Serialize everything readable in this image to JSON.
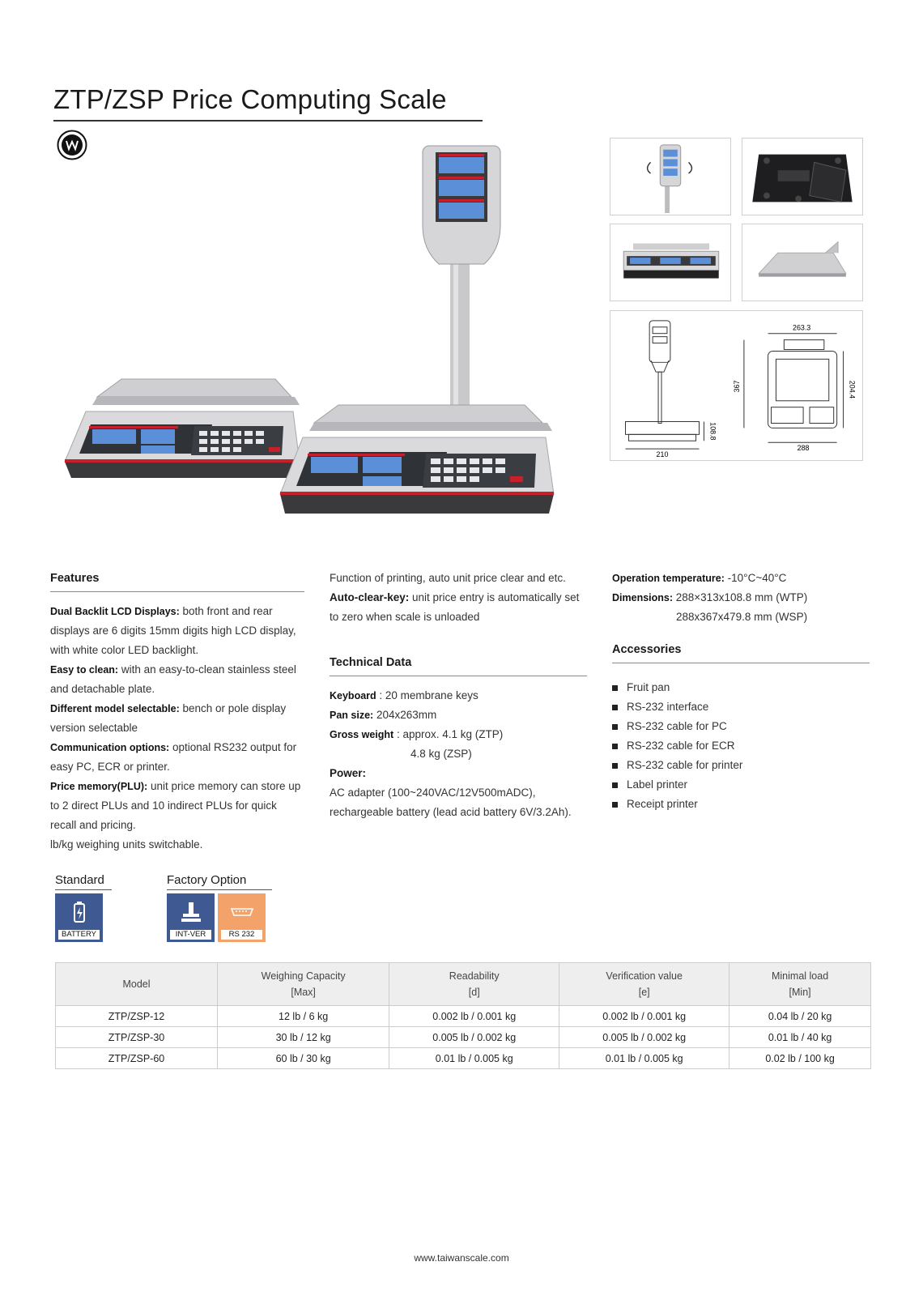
{
  "title": "ZTP/ZSP Price Computing Scale",
  "features": {
    "heading": "Features",
    "items": [
      {
        "label": "Dual Backlit LCD Displays:",
        "text": " both front and rear displays are 6 digits 15mm digits high LCD display, with white color LED backlight."
      },
      {
        "label": "Easy to clean:",
        "text": " with an easy-to-clean stainless steel and detachable plate."
      },
      {
        "label": "Different model selectable:",
        "text": " bench or pole display version selectable"
      },
      {
        "label": "Communication options:",
        "text": " optional RS232 output for easy PC, ECR or printer."
      },
      {
        "label": "Price memory(PLU):",
        "text": " unit price memory can store up to 2 direct PLUs and 10 indirect PLUs for quick recall and pricing."
      }
    ],
    "units_line": "lb/kg weighing units switchable."
  },
  "middle": {
    "printing_line": "Function of printing,  auto unit price clear and etc.",
    "autoclear_label": "Auto-clear-key:",
    "autoclear_text": " unit price entry is automatically set to zero when scale is unloaded",
    "tech_heading": "Technical Data",
    "keyboard_label": "Keyboard",
    "keyboard_value": " :  20 membrane keys",
    "pan_label": "Pan size:",
    "pan_value": " 204x263mm",
    "gross_label": "Gross weight",
    "gross_value1": " :  approx. 4.1 kg (ZTP)",
    "gross_value2": "4.8 kg (ZSP)",
    "power_label": "Power:",
    "power_text": "AC adapter (100~240VAC/12V500mADC), rechargeable battery (lead acid battery 6V/3.2Ah)."
  },
  "right": {
    "op_temp_label": "Operation temperature:",
    "op_temp_value": " -10°C~40°C",
    "dim_label": "Dimensions:",
    "dim_value1": "  288×313x108.8 mm (WTP)",
    "dim_value2": "288x367x479.8 mm (WSP)",
    "acc_heading": "Accessories",
    "accessories": [
      "Fruit pan",
      "RS-232 interface",
      "RS-232 cable for PC",
      "RS-232 cable for ECR",
      "RS-232 cable for printer",
      "Label printer",
      "Receipt printer"
    ]
  },
  "drawing": {
    "w_top": "263.3",
    "h_side": "367",
    "h_right": "204.4",
    "h_base": "108.8",
    "w_base": "210",
    "w_bottom": "288"
  },
  "options": {
    "standard_heading": "Standard",
    "standard_items": [
      {
        "caption": "BATTERY"
      }
    ],
    "factory_heading": "Factory Option",
    "factory_items": [
      {
        "caption": "INT-VER"
      },
      {
        "caption": "RS 232"
      }
    ]
  },
  "table": {
    "headers": [
      {
        "line1": "Model",
        "line2": ""
      },
      {
        "line1": "Weighing Capacity",
        "line2": "[Max]"
      },
      {
        "line1": "Readability",
        "line2": "[d]"
      },
      {
        "line1": "Verification value",
        "line2": "[e]"
      },
      {
        "line1": "Minimal load",
        "line2": "[Min]"
      }
    ],
    "rows": [
      [
        "ZTP/ZSP-12",
        "12 lb / 6 kg",
        "0.002 lb / 0.001 kg",
        "0.002 lb / 0.001 kg",
        "0.04 lb / 20 kg"
      ],
      [
        "ZTP/ZSP-30",
        "30 lb / 12 kg",
        "0.005 lb / 0.002 kg",
        "0.005 lb / 0.002 kg",
        "0.01 lb / 40 kg"
      ],
      [
        "ZTP/ZSP-60",
        "60 lb / 30 kg",
        "0.01 lb / 0.005 kg",
        "0.01 lb / 0.005 kg",
        "0.02 lb / 100 kg"
      ]
    ]
  },
  "footer_url": "www.taiwanscale.com"
}
